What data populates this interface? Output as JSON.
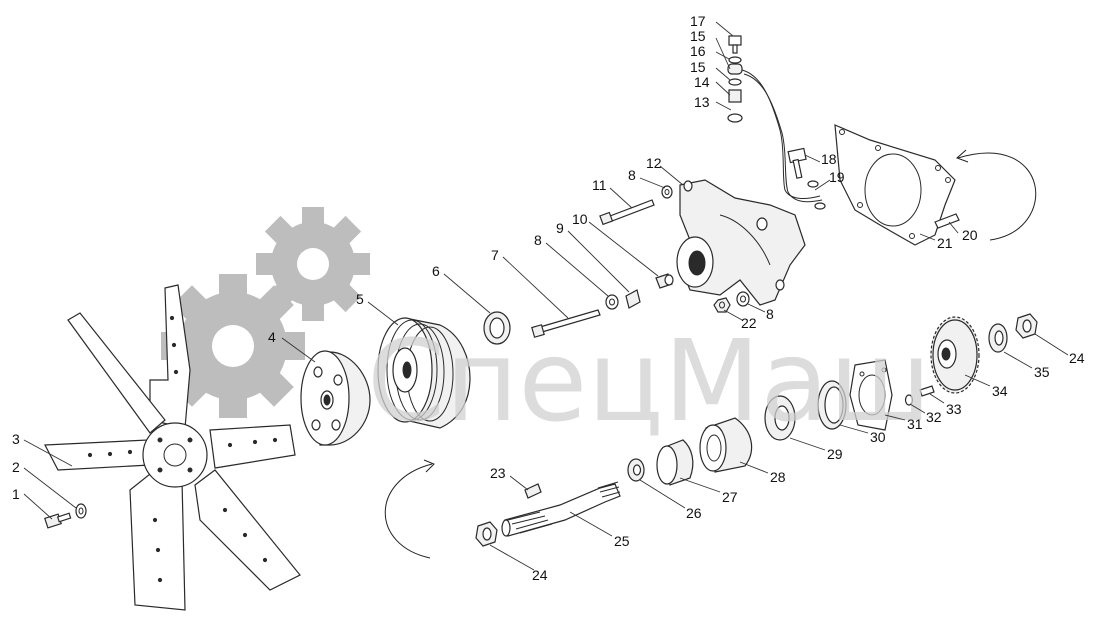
{
  "watermark": {
    "text": "СпецМаш",
    "gear_color": "#bdbdbd"
  },
  "callouts": [
    {
      "id": "c1",
      "label": "1"
    },
    {
      "id": "c2",
      "label": "2"
    },
    {
      "id": "c3",
      "label": "3"
    },
    {
      "id": "c4",
      "label": "4"
    },
    {
      "id": "c5",
      "label": "5"
    },
    {
      "id": "c6",
      "label": "6"
    },
    {
      "id": "c7",
      "label": "7"
    },
    {
      "id": "c8a",
      "label": "8"
    },
    {
      "id": "c8b",
      "label": "8"
    },
    {
      "id": "c8c",
      "label": "8"
    },
    {
      "id": "c9",
      "label": "9"
    },
    {
      "id": "c10",
      "label": "10"
    },
    {
      "id": "c11",
      "label": "11"
    },
    {
      "id": "c12",
      "label": "12"
    },
    {
      "id": "c13",
      "label": "13"
    },
    {
      "id": "c14",
      "label": "14"
    },
    {
      "id": "c15a",
      "label": "15"
    },
    {
      "id": "c15b",
      "label": "15"
    },
    {
      "id": "c16",
      "label": "16"
    },
    {
      "id": "c17",
      "label": "17"
    },
    {
      "id": "c18",
      "label": "18"
    },
    {
      "id": "c19",
      "label": "19"
    },
    {
      "id": "c20",
      "label": "20"
    },
    {
      "id": "c21",
      "label": "21"
    },
    {
      "id": "c22",
      "label": "22"
    },
    {
      "id": "c23",
      "label": "23"
    },
    {
      "id": "c24a",
      "label": "24"
    },
    {
      "id": "c24b",
      "label": "24"
    },
    {
      "id": "c25",
      "label": "25"
    },
    {
      "id": "c26",
      "label": "26"
    },
    {
      "id": "c27",
      "label": "27"
    },
    {
      "id": "c28",
      "label": "28"
    },
    {
      "id": "c29",
      "label": "29"
    },
    {
      "id": "c30",
      "label": "30"
    },
    {
      "id": "c31",
      "label": "31"
    },
    {
      "id": "c32",
      "label": "32"
    },
    {
      "id": "c33",
      "label": "33"
    },
    {
      "id": "c34",
      "label": "34"
    },
    {
      "id": "c35",
      "label": "35"
    }
  ]
}
